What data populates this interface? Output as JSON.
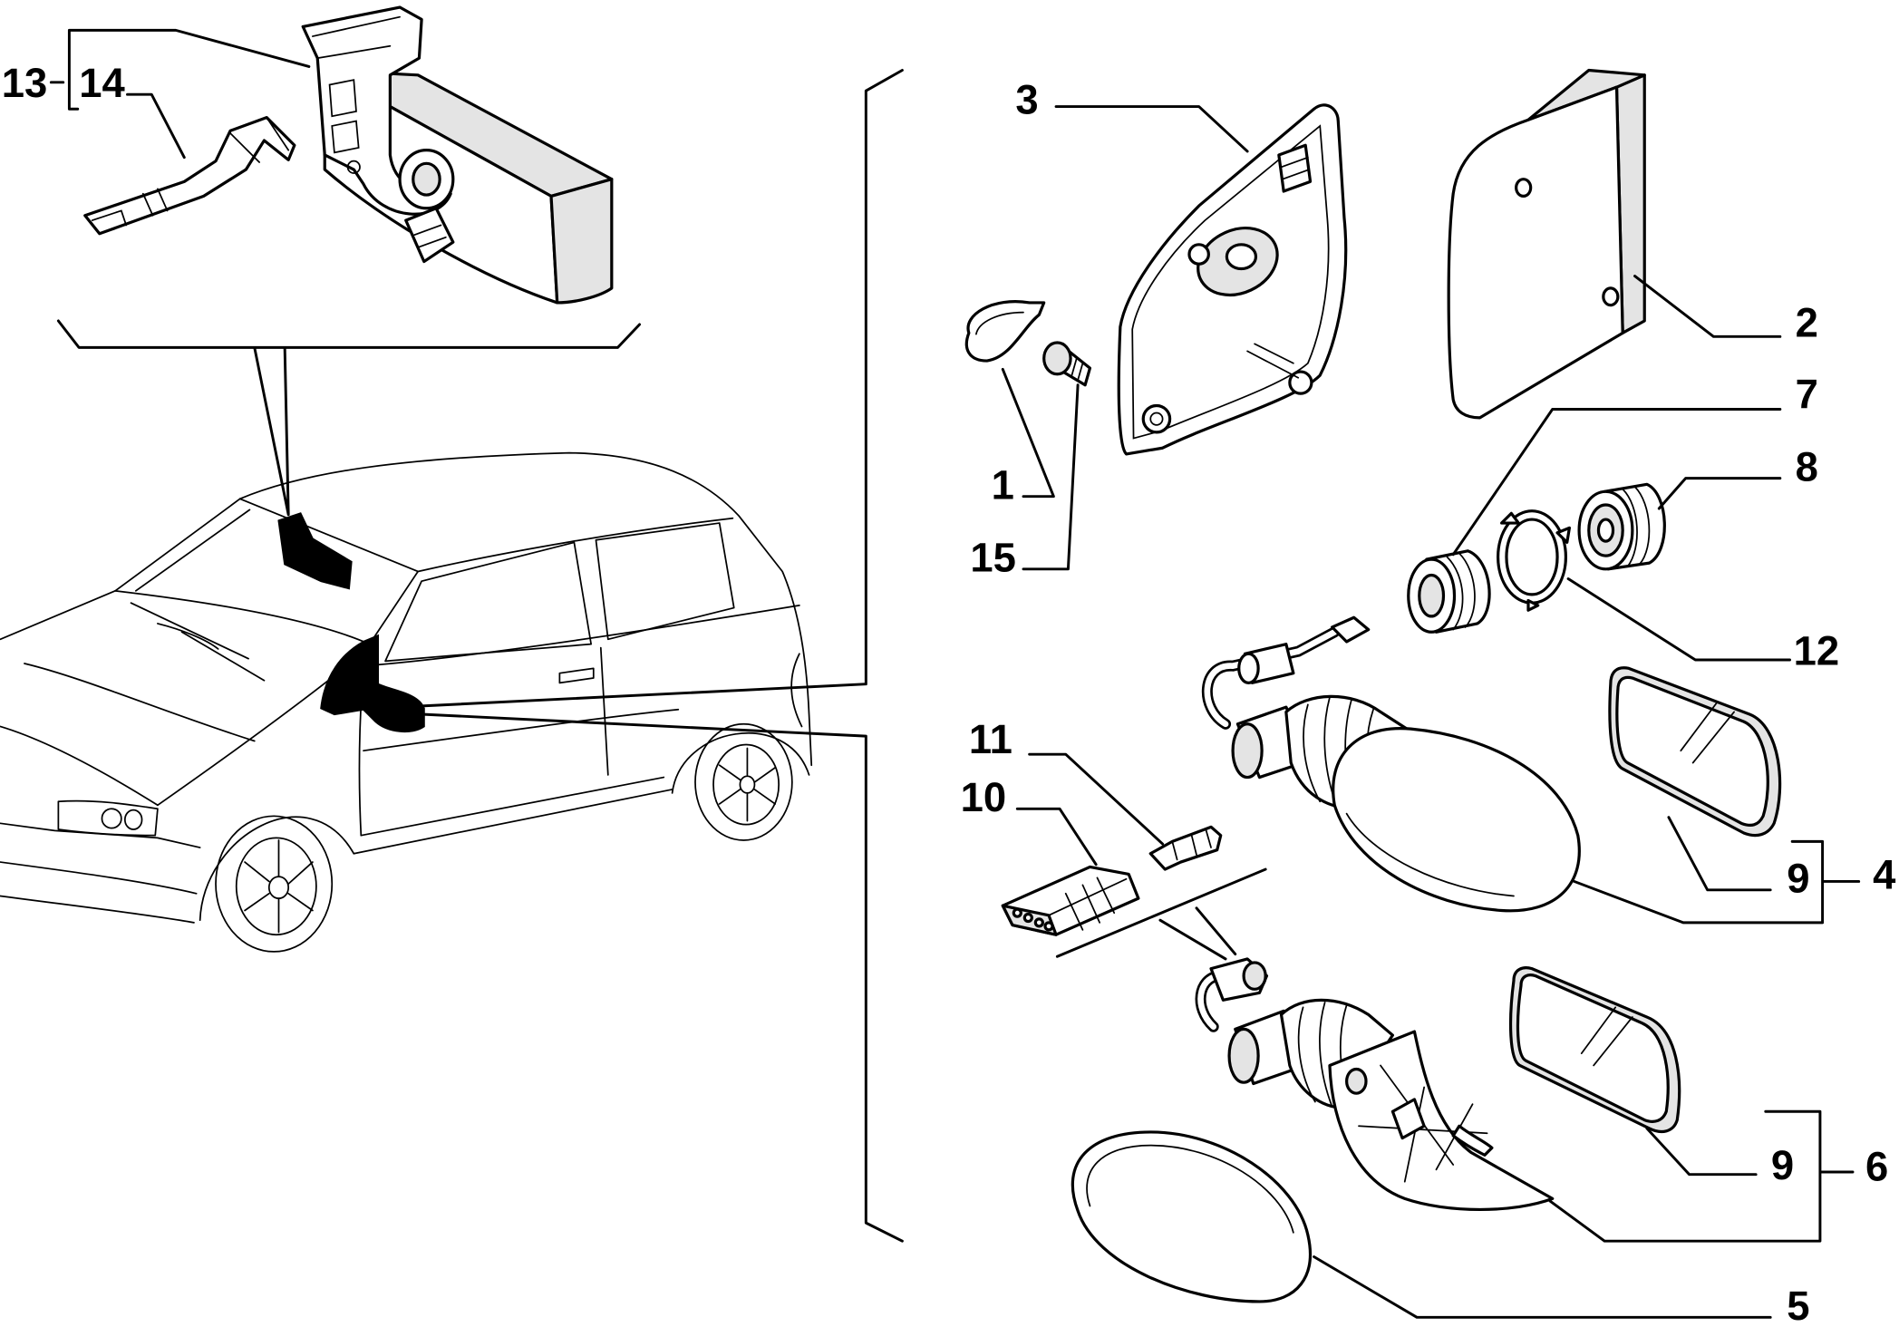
{
  "diagram": {
    "callouts": [
      "13",
      "14",
      "3",
      "2",
      "7",
      "8",
      "1",
      "15",
      "12",
      "11",
      "10",
      "9",
      "4",
      "9",
      "6",
      "5"
    ]
  }
}
